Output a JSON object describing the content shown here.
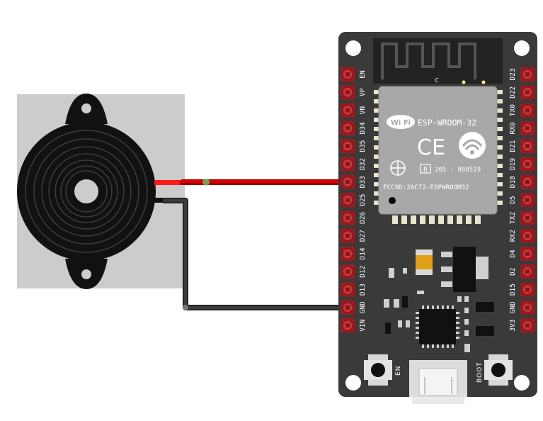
{
  "board": {
    "module_name": "ESP-WROOM-32",
    "wifi_badge": "Wi Fi",
    "ce_mark": "CE",
    "r_mark": "R",
    "r_code": "205 - 000519",
    "fcc_id": "FCC9D:2AC72-ESPWROOM32",
    "antenna_letter": "C",
    "left_pins": [
      "EN",
      "VP",
      "VN",
      "D34",
      "D35",
      "D32",
      "D33",
      "D25",
      "D26",
      "D27",
      "D14",
      "D12",
      "D13",
      "GND",
      "VIN"
    ],
    "right_pins": [
      "D23",
      "D22",
      "TX0",
      "RX0",
      "D21",
      "D19",
      "D18",
      "D5",
      "TX2",
      "RX2",
      "D4",
      "D2",
      "D15",
      "GND",
      "3V3"
    ],
    "button_en_label": "EN",
    "button_boot_label": "BOOT"
  },
  "wires": [
    {
      "name": "signal-wire",
      "color": "#c80000",
      "from": "buzzer-positive",
      "to": "D33"
    },
    {
      "name": "ground-wire",
      "color": "#333333",
      "from": "buzzer-negative",
      "to": "GND"
    }
  ],
  "colors": {
    "board": "#3a3a3a",
    "header_pin": "#c0272d",
    "module": "#a8a8a8",
    "buzzer_bg": "#cccccc",
    "buzzer_body": "#111111"
  }
}
